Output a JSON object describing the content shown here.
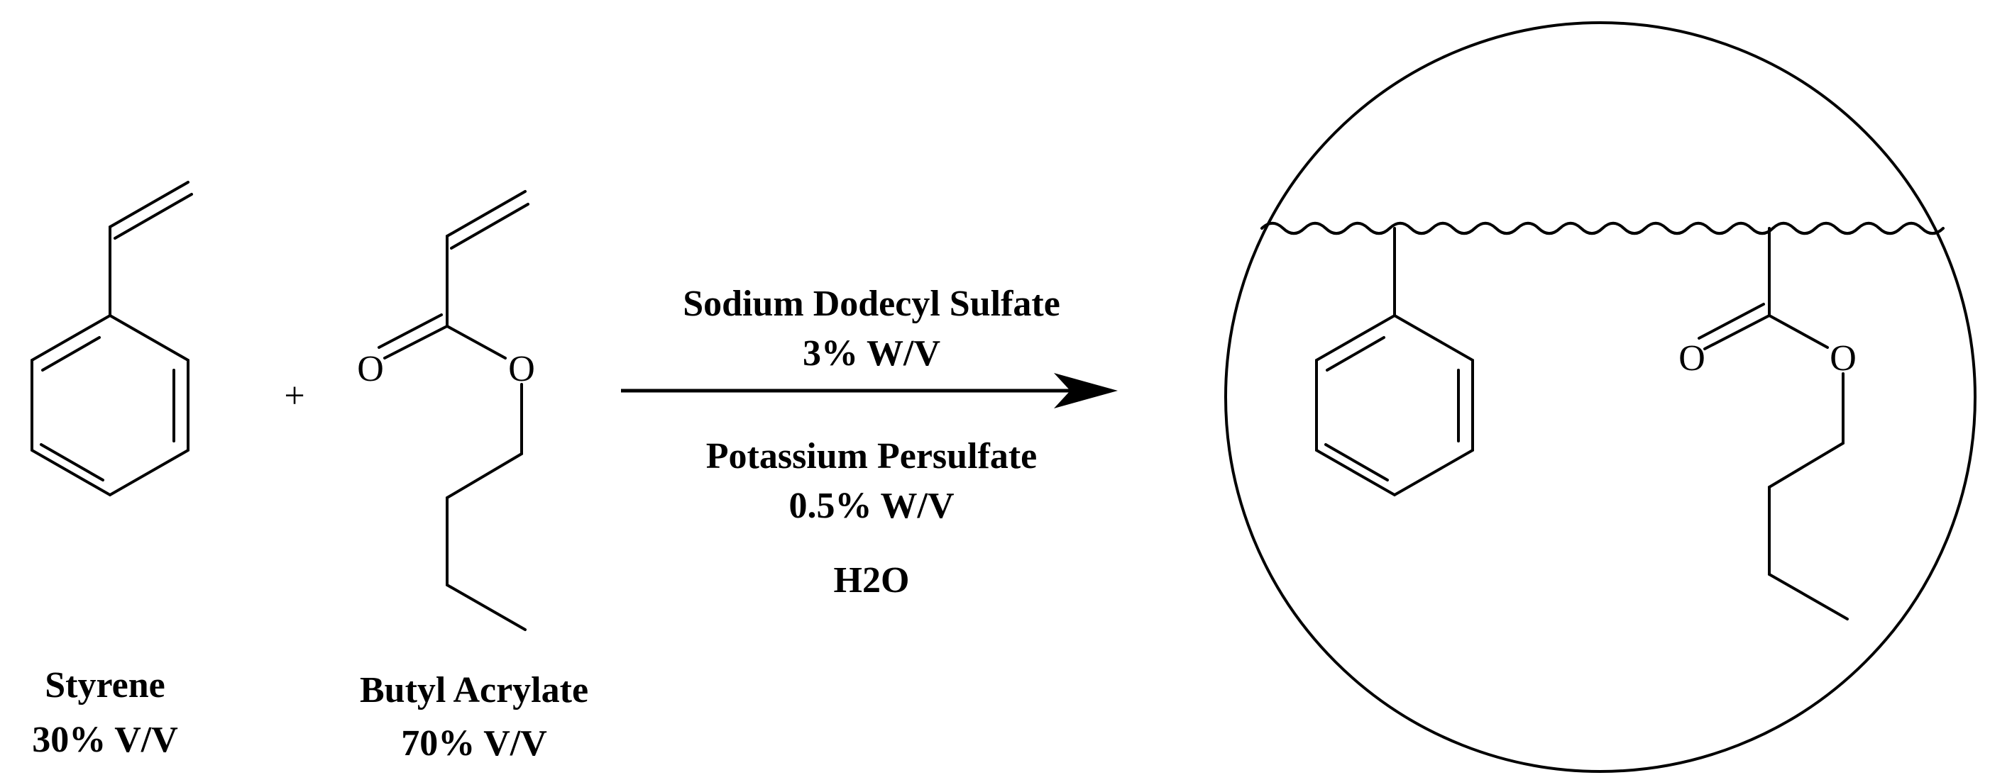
{
  "reactants": [
    {
      "id": "styrene",
      "name": "Styrene",
      "amount": "30% V/V"
    },
    {
      "id": "butyl_acrylate",
      "name": "Butyl Acrylate",
      "amount": "70% V/V"
    }
  ],
  "plus_sign": "+",
  "conditions": {
    "surfactant_name": "Sodium Dodecyl Sulfate",
    "surfactant_amount": "3% W/V",
    "initiator_name": "Potassium Persulfate",
    "initiator_amount": "0.5% W/V",
    "solvent": "H2O"
  },
  "atom_labels": {
    "oxygen": "O"
  }
}
